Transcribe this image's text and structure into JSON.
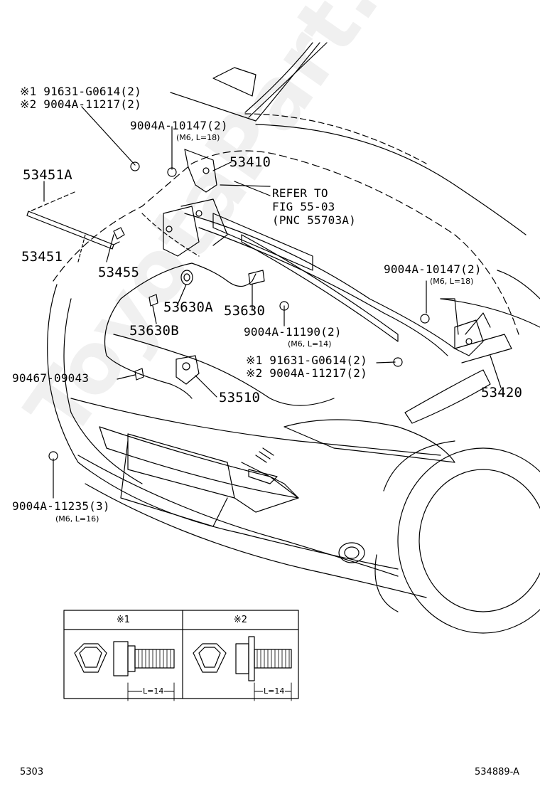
{
  "watermark": "ToyotaPart.ru",
  "labels": {
    "l1a": "※1  91631-G0614(2)",
    "l1b": "※2  9004A-11217(2)",
    "l2": "9004A-10147(2)",
    "l2s": "(M6, L=18)",
    "l3": "53410",
    "l4": "53451A",
    "ref1": "REFER TO",
    "ref2": "FIG 55-03",
    "ref3": "(PNC 55703A)",
    "l5": "53451",
    "l6": "53455",
    "l7": "9004A-10147(2)",
    "l7s": "(M6, L=18)",
    "l8": "53630A",
    "l9": "53630",
    "l10": "53630B",
    "l11": "9004A-11190(2)",
    "l11s": "(M6, L=14)",
    "l12a": "※1  91631-G0614(2)",
    "l12b": "※2  9004A-11217(2)",
    "l13": "90467-09043",
    "l14": "53510",
    "l15": "53420",
    "l16": "9004A-11235(3)",
    "l16s": "(M6, L=16)"
  },
  "detail_box": {
    "head1": "※1",
    "head2": "※2",
    "len1": "L=14",
    "len2": "L=14"
  },
  "footer": {
    "left": "5303",
    "right": "534889-A"
  }
}
